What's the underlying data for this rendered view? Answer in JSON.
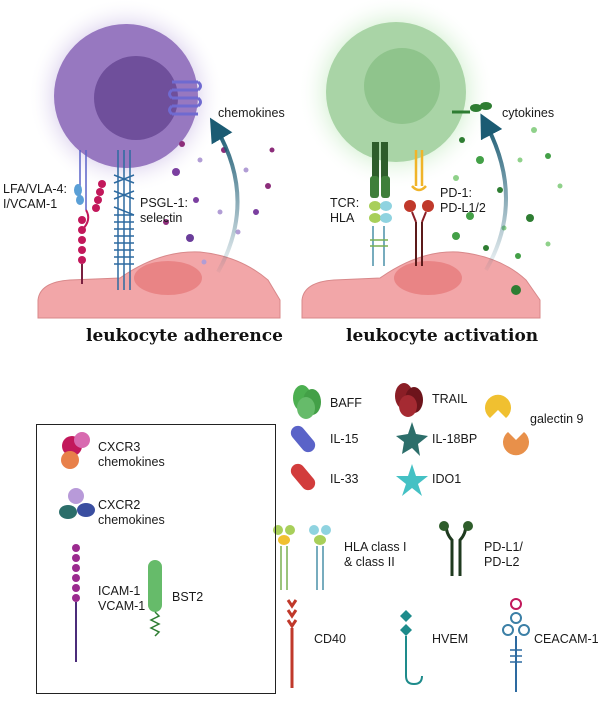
{
  "panels": {
    "left": {
      "title": "leukocyte adherence",
      "labels": {
        "chemokines": "chemokines",
        "lfa": "LFA/VLA-4:\nI/VCAM-1",
        "psgl": "PSGL-1:\nselectin"
      }
    },
    "right": {
      "title": "leukocyte activation",
      "labels": {
        "cytokines": "cytokines",
        "tcr": "TCR:\nHLA",
        "pd1": "PD-1:\nPD-L1/2"
      }
    }
  },
  "legend": {
    "boxed": {
      "cxcr3": "CXCR3\nchemokines",
      "cxcr2": "CXCR2\nchemokines",
      "icam": "ICAM-1\nVCAM-1",
      "bst2": "BST2"
    },
    "items": {
      "baff": "BAFF",
      "trail": "TRAIL",
      "galectin": "galectin 9",
      "il15": "IL-15",
      "il18bp": "IL-18BP",
      "il33": "IL-33",
      "ido1": "IDO1",
      "hla": "HLA class I\n& class II",
      "pdl": "PD-L1/\nPD-L2",
      "cd40": "CD40",
      "hvem": "HVEM",
      "ceacam": "CEACAM-1"
    }
  },
  "colors": {
    "leukocyte_purple": "#8e6fb4",
    "leukocyte_green": "#a9d4a6",
    "endothelial_pink": "#f2a6a8",
    "nucleus_pink": "#e98485",
    "arrow_teal": "#1b5b73",
    "baff_green": "#4caf50",
    "trail_maroon": "#8b1e26",
    "il15_blue": "#5a63c8",
    "il33_red": "#d23c3c",
    "il18bp_teal": "#2c6e6a",
    "ido1_cyan": "#44c1c4",
    "galectin_yellow": "#f0c030",
    "galectin_orange": "#e8904a"
  }
}
